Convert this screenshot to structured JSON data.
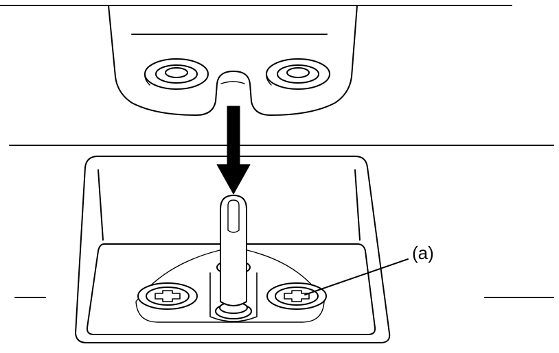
{
  "diagram": {
    "callout": {
      "label": "(a)"
    },
    "colors": {
      "stroke": "#000000",
      "fill": "#ffffff"
    },
    "parts": [
      {
        "name": "upper-component-with-slot"
      },
      {
        "name": "down-arrow"
      },
      {
        "name": "recessed-mount"
      },
      {
        "name": "locating-pin"
      },
      {
        "name": "phillips-screw-left"
      },
      {
        "name": "phillips-screw-right"
      }
    ]
  }
}
